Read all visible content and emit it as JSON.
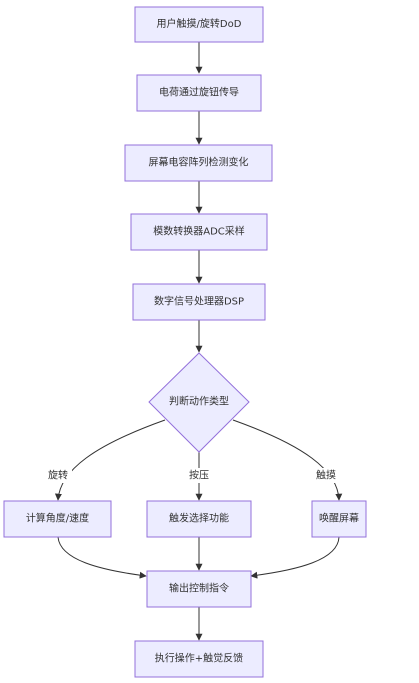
{
  "diagram": {
    "type": "flowchart",
    "nodes": {
      "n1": "用户触摸/旋转DoD",
      "n2": "电荷通过旋钮传导",
      "n3": "屏幕电容阵列检测变化",
      "n4": "模数转换器ADC采样",
      "n5": "数字信号处理器DSP",
      "n6": "判断动作类型",
      "n7": "计算角度/速度",
      "n8": "触发选择功能",
      "n9": "唤醒屏幕",
      "n10": "输出控制指令",
      "n11": "执行操作+触觉反馈"
    },
    "edge_labels": {
      "rotate": "旋转",
      "press": "按压",
      "touch": "触摸"
    }
  }
}
